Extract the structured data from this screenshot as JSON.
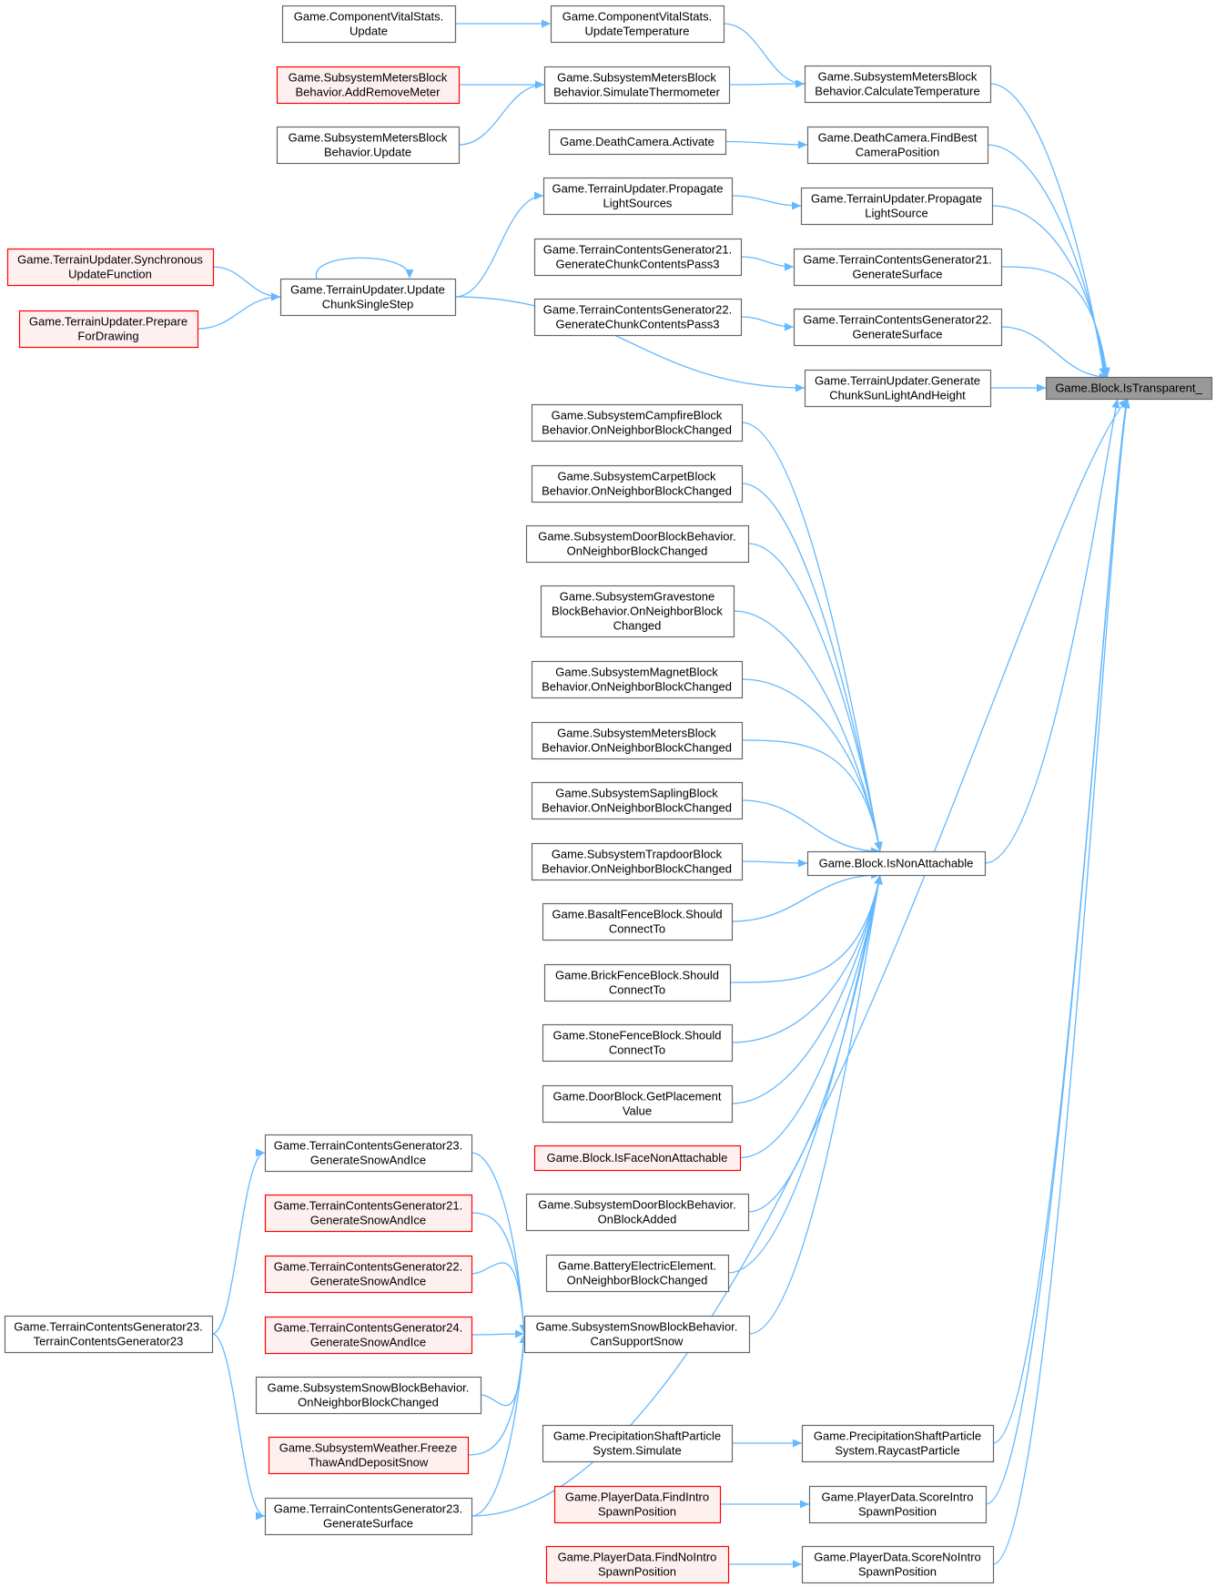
{
  "colors": {
    "edge": "#63b8ff",
    "node_border": "#666666",
    "node_fill": "#ffffff",
    "truncated_border": "#ff0000",
    "truncated_fill": "#fff0f0",
    "focus_fill": "#999999",
    "focus_border": "#666666"
  },
  "nodes": {
    "cvs_update": {
      "lines": [
        "Game.ComponentVitalStats.",
        "Update"
      ],
      "style": "normal"
    },
    "cvs_updatetemp": {
      "lines": [
        "Game.ComponentVitalStats.",
        "UpdateTemperature"
      ],
      "style": "normal"
    },
    "smb_addremove": {
      "lines": [
        "Game.SubsystemMetersBlock",
        "Behavior.AddRemoveMeter"
      ],
      "style": "truncated"
    },
    "smb_simulate": {
      "lines": [
        "Game.SubsystemMetersBlock",
        "Behavior.SimulateThermometer"
      ],
      "style": "normal"
    },
    "smb_update": {
      "lines": [
        "Game.SubsystemMetersBlock",
        "Behavior.Update"
      ],
      "style": "normal"
    },
    "smb_calctemp": {
      "lines": [
        "Game.SubsystemMetersBlock",
        "Behavior.CalculateTemperature"
      ],
      "style": "normal"
    },
    "dc_activate": {
      "lines": [
        "Game.DeathCamera.Activate"
      ],
      "style": "normal"
    },
    "dc_findbest": {
      "lines": [
        "Game.DeathCamera.FindBest",
        "CameraPosition"
      ],
      "style": "normal"
    },
    "tu_propsources": {
      "lines": [
        "Game.TerrainUpdater.Propagate",
        "LightSources"
      ],
      "style": "normal"
    },
    "tu_propsource": {
      "lines": [
        "Game.TerrainUpdater.Propagate",
        "LightSource"
      ],
      "style": "normal"
    },
    "tu_sync": {
      "lines": [
        "Game.TerrainUpdater.Synchronous",
        "UpdateFunction"
      ],
      "style": "truncated"
    },
    "tu_prepare": {
      "lines": [
        "Game.TerrainUpdater.Prepare",
        "ForDrawing"
      ],
      "style": "truncated"
    },
    "tu_updatechunk": {
      "lines": [
        "Game.TerrainUpdater.Update",
        "ChunkSingleStep"
      ],
      "style": "normal"
    },
    "tcg21_pass3": {
      "lines": [
        "Game.TerrainContentsGenerator21.",
        "GenerateChunkContentsPass3"
      ],
      "style": "normal"
    },
    "tcg21_surface": {
      "lines": [
        "Game.TerrainContentsGenerator21.",
        "GenerateSurface"
      ],
      "style": "normal"
    },
    "tcg22_pass3": {
      "lines": [
        "Game.TerrainContentsGenerator22.",
        "GenerateChunkContentsPass3"
      ],
      "style": "normal"
    },
    "tcg22_surface": {
      "lines": [
        "Game.TerrainContentsGenerator22.",
        "GenerateSurface"
      ],
      "style": "normal"
    },
    "tu_gensun": {
      "lines": [
        "Game.TerrainUpdater.Generate",
        "ChunkSunLightAndHeight"
      ],
      "style": "normal"
    },
    "block_istransparent": {
      "lines": [
        "Game.Block.IsTransparent_"
      ],
      "style": "focus"
    },
    "campfire": {
      "lines": [
        "Game.SubsystemCampfireBlock",
        "Behavior.OnNeighborBlockChanged"
      ],
      "style": "normal"
    },
    "carpet": {
      "lines": [
        "Game.SubsystemCarpetBlock",
        "Behavior.OnNeighborBlockChanged"
      ],
      "style": "normal"
    },
    "door_onnbc": {
      "lines": [
        "Game.SubsystemDoorBlockBehavior.",
        "OnNeighborBlockChanged"
      ],
      "style": "normal"
    },
    "gravestone": {
      "lines": [
        "Game.SubsystemGravestone",
        "BlockBehavior.OnNeighborBlock",
        "Changed"
      ],
      "style": "normal"
    },
    "magnet": {
      "lines": [
        "Game.SubsystemMagnetBlock",
        "Behavior.OnNeighborBlockChanged"
      ],
      "style": "normal"
    },
    "meters_onnbc": {
      "lines": [
        "Game.SubsystemMetersBlock",
        "Behavior.OnNeighborBlockChanged"
      ],
      "style": "normal"
    },
    "sapling": {
      "lines": [
        "Game.SubsystemSaplingBlock",
        "Behavior.OnNeighborBlockChanged"
      ],
      "style": "normal"
    },
    "trapdoor": {
      "lines": [
        "Game.SubsystemTrapdoorBlock",
        "Behavior.OnNeighborBlockChanged"
      ],
      "style": "normal"
    },
    "block_isnonattach": {
      "lines": [
        "Game.Block.IsNonAttachable"
      ],
      "style": "normal"
    },
    "basaltfence": {
      "lines": [
        "Game.BasaltFenceBlock.Should",
        "ConnectTo"
      ],
      "style": "normal"
    },
    "brickfence": {
      "lines": [
        "Game.BrickFenceBlock.Should",
        "ConnectTo"
      ],
      "style": "normal"
    },
    "stonefence": {
      "lines": [
        "Game.StoneFenceBlock.Should",
        "ConnectTo"
      ],
      "style": "normal"
    },
    "doorblock_place": {
      "lines": [
        "Game.DoorBlock.GetPlacement",
        "Value"
      ],
      "style": "normal"
    },
    "block_isfacenonattach": {
      "lines": [
        "Game.Block.IsFaceNonAttachable"
      ],
      "style": "truncated"
    },
    "door_onblockadded": {
      "lines": [
        "Game.SubsystemDoorBlockBehavior.",
        "OnBlockAdded"
      ],
      "style": "normal"
    },
    "battery": {
      "lines": [
        "Game.BatteryElectricElement.",
        "OnNeighborBlockChanged"
      ],
      "style": "normal"
    },
    "tcg23_snowice": {
      "lines": [
        "Game.TerrainContentsGenerator23.",
        "GenerateSnowAndIce"
      ],
      "style": "normal"
    },
    "tcg21_snowice": {
      "lines": [
        "Game.TerrainContentsGenerator21.",
        "GenerateSnowAndIce"
      ],
      "style": "truncated"
    },
    "tcg22_snowice": {
      "lines": [
        "Game.TerrainContentsGenerator22.",
        "GenerateSnowAndIce"
      ],
      "style": "truncated"
    },
    "tcg24_snowice": {
      "lines": [
        "Game.TerrainContentsGenerator24.",
        "GenerateSnowAndIce"
      ],
      "style": "truncated"
    },
    "snow_onnbc": {
      "lines": [
        "Game.SubsystemSnowBlockBehavior.",
        "OnNeighborBlockChanged"
      ],
      "style": "normal"
    },
    "weather_freeze": {
      "lines": [
        "Game.SubsystemWeather.Freeze",
        "ThawAndDepositSnow"
      ],
      "style": "truncated"
    },
    "tcg23_surface": {
      "lines": [
        "Game.TerrainContentsGenerator23.",
        "GenerateSurface"
      ],
      "style": "normal"
    },
    "tcg23_ctor": {
      "lines": [
        "Game.TerrainContentsGenerator23.",
        "TerrainContentsGenerator23"
      ],
      "style": "normal"
    },
    "snow_cansupport": {
      "lines": [
        "Game.SubsystemSnowBlockBehavior.",
        "CanSupportSnow"
      ],
      "style": "normal"
    },
    "precip_simulate": {
      "lines": [
        "Game.PrecipitationShaftParticle",
        "System.Simulate"
      ],
      "style": "normal"
    },
    "precip_raycast": {
      "lines": [
        "Game.PrecipitationShaftParticle",
        "System.RaycastParticle"
      ],
      "style": "normal"
    },
    "pd_findintro": {
      "lines": [
        "Game.PlayerData.FindIntro",
        "SpawnPosition"
      ],
      "style": "truncated"
    },
    "pd_scoreintro": {
      "lines": [
        "Game.PlayerData.ScoreIntro",
        "SpawnPosition"
      ],
      "style": "normal"
    },
    "pd_findnointro": {
      "lines": [
        "Game.PlayerData.FindNoIntro",
        "SpawnPosition"
      ],
      "style": "truncated"
    },
    "pd_scorenointro": {
      "lines": [
        "Game.PlayerData.ScoreNoIntro",
        "SpawnPosition"
      ],
      "style": "normal"
    }
  },
  "edges": [
    [
      "cvs_update",
      "cvs_updatetemp"
    ],
    [
      "cvs_updatetemp",
      "smb_calctemp"
    ],
    [
      "smb_addremove",
      "smb_simulate"
    ],
    [
      "smb_update",
      "smb_simulate"
    ],
    [
      "smb_simulate",
      "smb_calctemp"
    ],
    [
      "smb_calctemp",
      "block_istransparent"
    ],
    [
      "dc_activate",
      "dc_findbest"
    ],
    [
      "dc_findbest",
      "block_istransparent"
    ],
    [
      "tu_updatechunk",
      "tu_propsources"
    ],
    [
      "tu_propsources",
      "tu_propsource"
    ],
    [
      "tu_propsource",
      "block_istransparent"
    ],
    [
      "tu_sync",
      "tu_updatechunk"
    ],
    [
      "tu_prepare",
      "tu_updatechunk"
    ],
    [
      "tu_updatechunk",
      "tu_updatechunk"
    ],
    [
      "tu_updatechunk",
      "tu_gensun"
    ],
    [
      "tcg21_pass3",
      "tcg21_surface"
    ],
    [
      "tcg21_surface",
      "block_istransparent"
    ],
    [
      "tcg22_pass3",
      "tcg22_surface"
    ],
    [
      "tcg22_surface",
      "block_istransparent"
    ],
    [
      "tu_gensun",
      "block_istransparent"
    ],
    [
      "campfire",
      "block_isnonattach"
    ],
    [
      "carpet",
      "block_isnonattach"
    ],
    [
      "door_onnbc",
      "block_isnonattach"
    ],
    [
      "gravestone",
      "block_isnonattach"
    ],
    [
      "magnet",
      "block_isnonattach"
    ],
    [
      "meters_onnbc",
      "block_isnonattach"
    ],
    [
      "sapling",
      "block_isnonattach"
    ],
    [
      "trapdoor",
      "block_isnonattach"
    ],
    [
      "basaltfence",
      "block_isnonattach"
    ],
    [
      "brickfence",
      "block_isnonattach"
    ],
    [
      "stonefence",
      "block_isnonattach"
    ],
    [
      "doorblock_place",
      "block_isnonattach"
    ],
    [
      "block_isfacenonattach",
      "block_isnonattach"
    ],
    [
      "door_onblockadded",
      "block_isnonattach"
    ],
    [
      "battery",
      "block_isnonattach"
    ],
    [
      "snow_cansupport",
      "block_isnonattach"
    ],
    [
      "block_isnonattach",
      "block_istransparent"
    ],
    [
      "tcg23_snowice",
      "snow_cansupport"
    ],
    [
      "tcg21_snowice",
      "snow_cansupport"
    ],
    [
      "tcg22_snowice",
      "snow_cansupport"
    ],
    [
      "tcg24_snowice",
      "snow_cansupport"
    ],
    [
      "snow_onnbc",
      "snow_cansupport"
    ],
    [
      "weather_freeze",
      "snow_cansupport"
    ],
    [
      "tcg23_surface",
      "snow_cansupport"
    ],
    [
      "tcg23_ctor",
      "tcg23_snowice"
    ],
    [
      "tcg23_ctor",
      "tcg23_surface"
    ],
    [
      "tcg23_surface",
      "block_istransparent"
    ],
    [
      "precip_simulate",
      "precip_raycast"
    ],
    [
      "precip_raycast",
      "block_istransparent"
    ],
    [
      "pd_findintro",
      "pd_scoreintro"
    ],
    [
      "pd_scoreintro",
      "block_istransparent"
    ],
    [
      "pd_findnointro",
      "pd_scorenointro"
    ],
    [
      "pd_scorenointro",
      "block_istransparent"
    ]
  ]
}
